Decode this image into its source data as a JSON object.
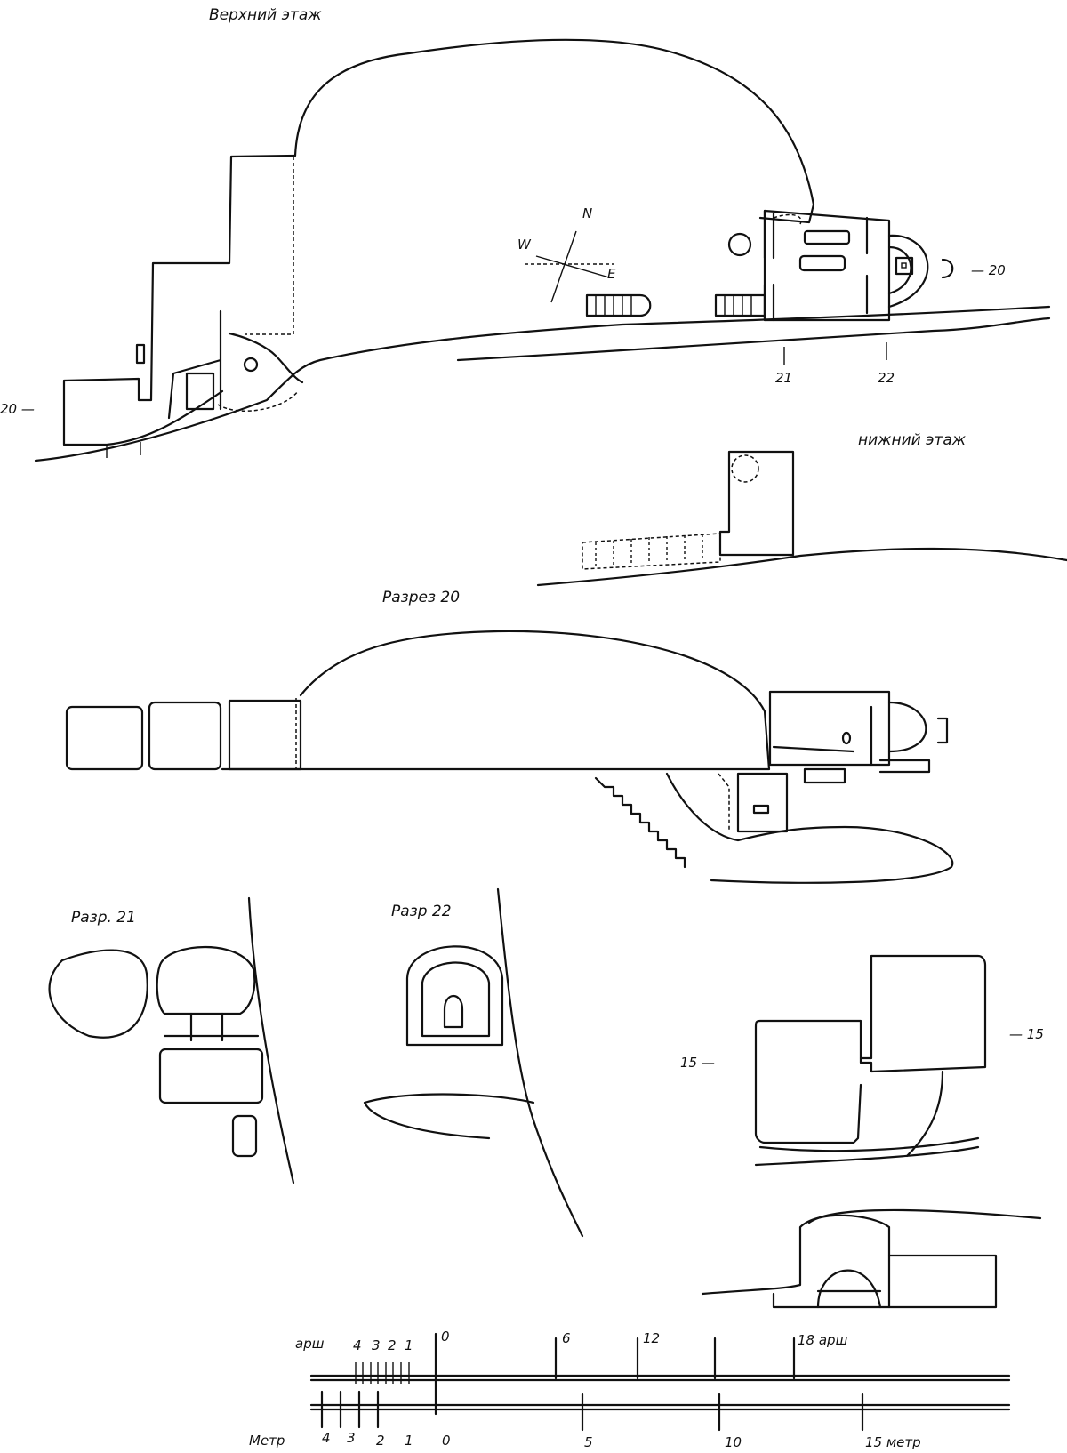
{
  "titles": {
    "upper_floor": "Верхний этаж",
    "lower_floor": "нижний этаж",
    "section_20": "Разрез 20",
    "section_21": "Разр. 21",
    "section_22": "Разр 22"
  },
  "markers": {
    "s20_left": "20 —",
    "s20_right": "— 20",
    "s21": "21",
    "s22": "22",
    "s15_left": "15 —",
    "s15_right": "— 15"
  },
  "compass": {
    "n": "N",
    "w": "W",
    "e": "E"
  },
  "scale": {
    "arshin_unit": "арш",
    "arshin_small": [
      "4",
      "3",
      "2",
      "1"
    ],
    "arshin_ticks": [
      "0",
      "6",
      "12",
      "18 арш"
    ],
    "meter_unit": "Метр",
    "meter_small": [
      "4",
      "3",
      "2",
      "1"
    ],
    "meter_ticks": [
      "0",
      "5",
      "10",
      "15 метр"
    ]
  }
}
